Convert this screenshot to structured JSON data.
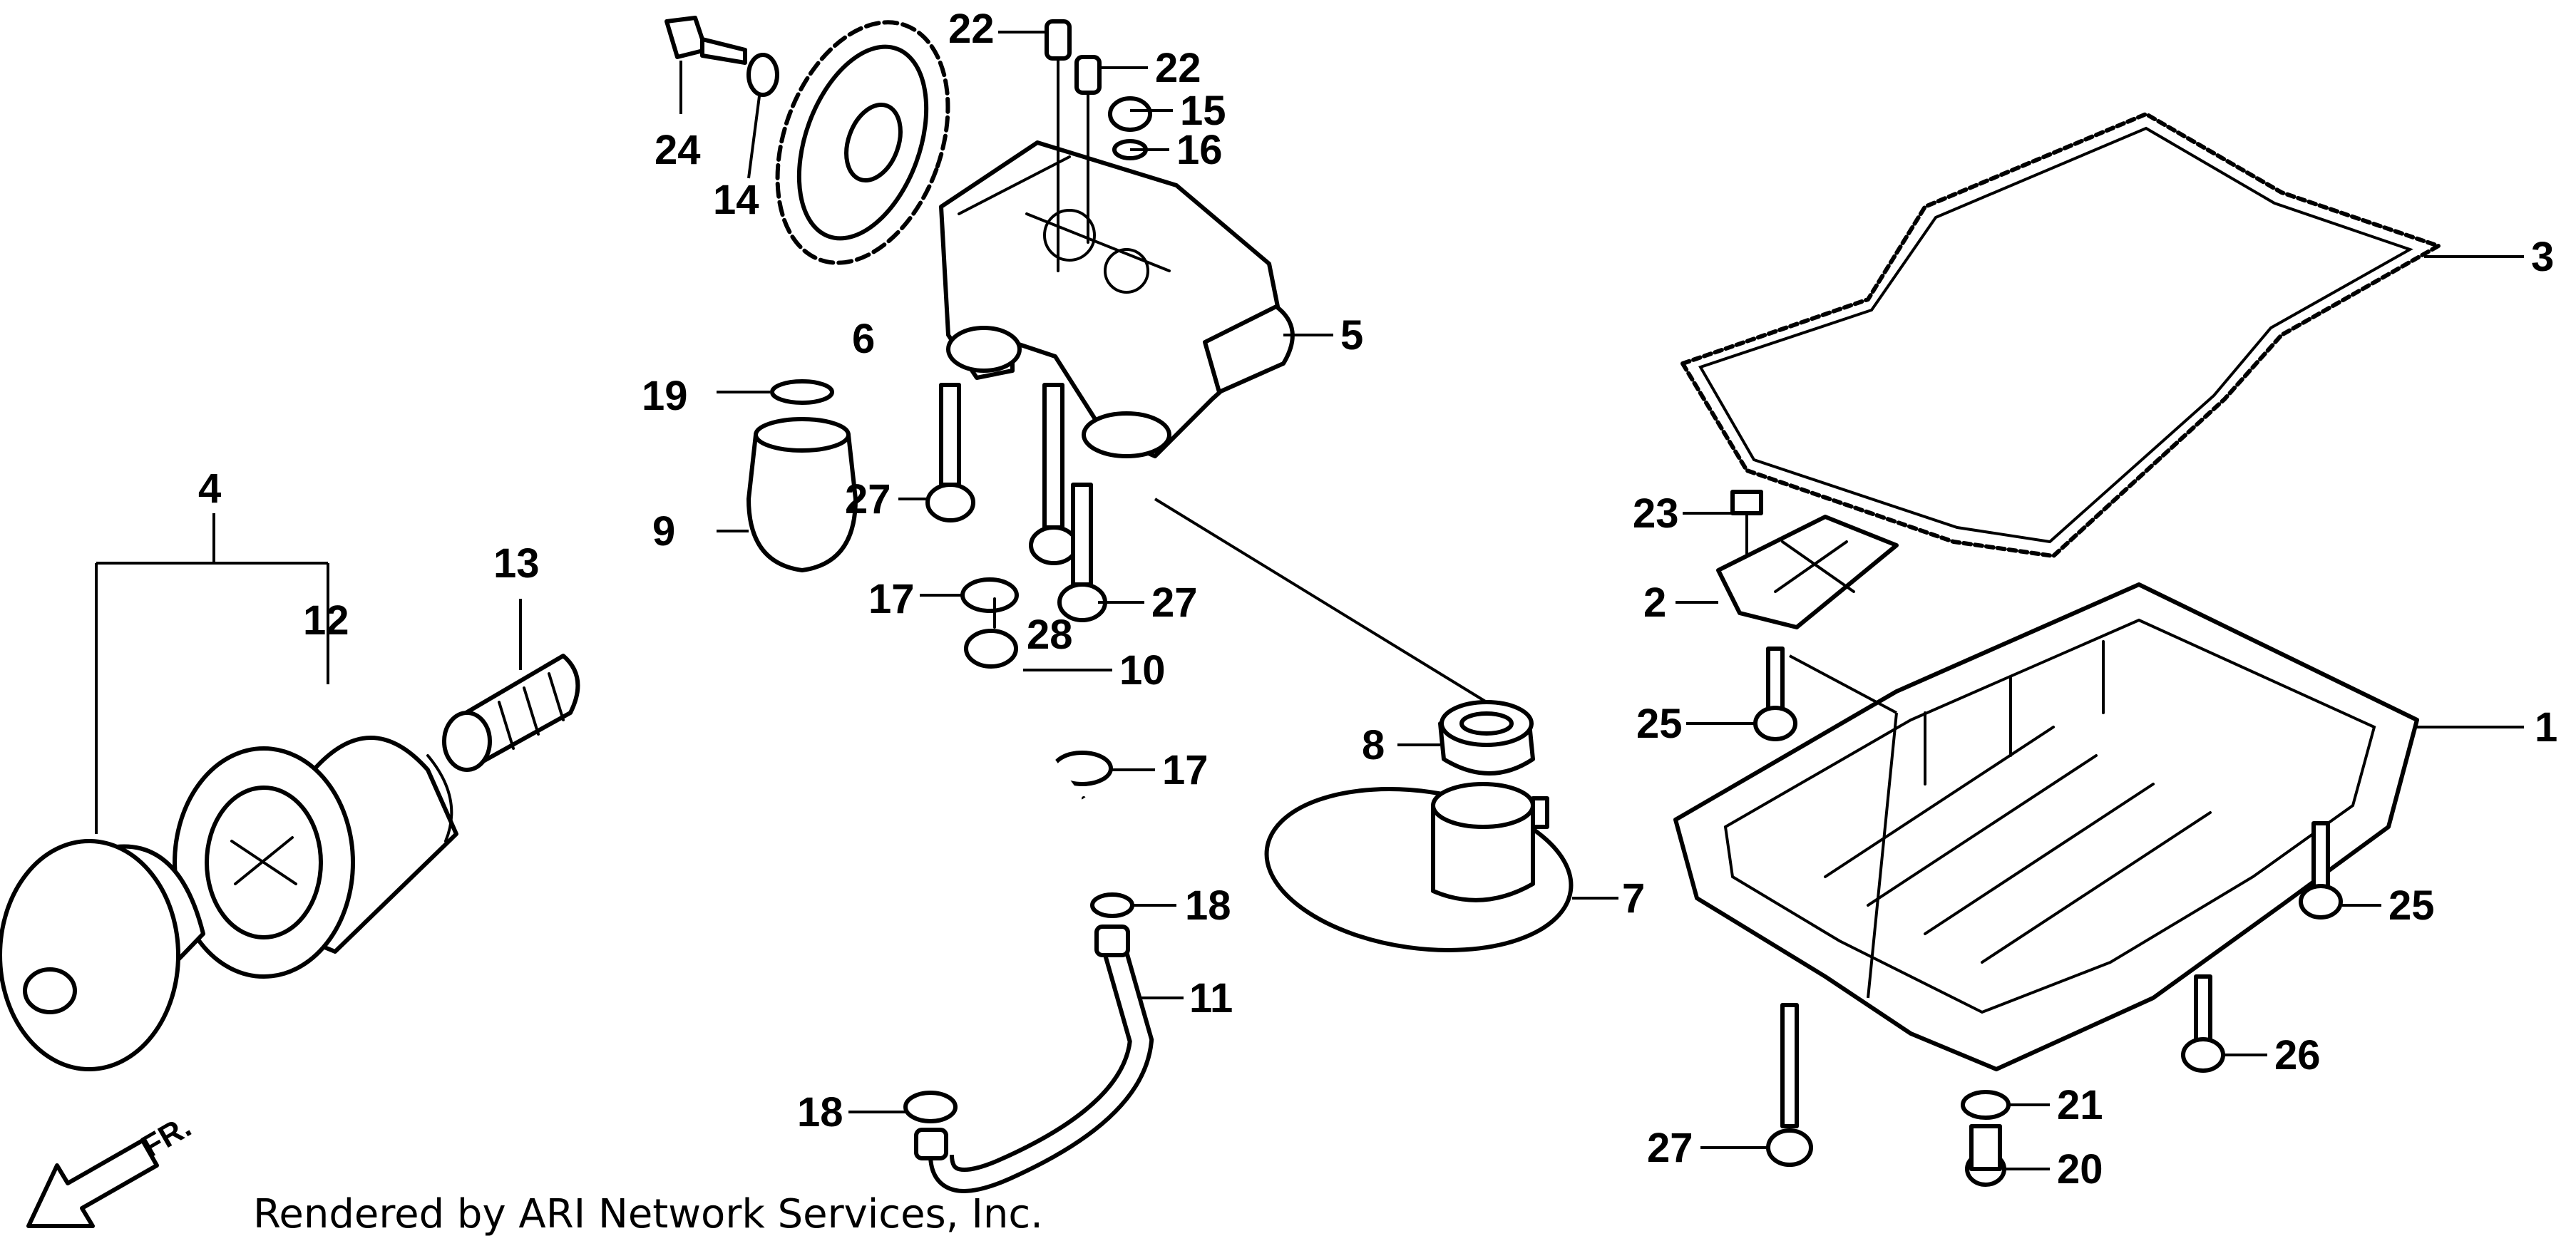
{
  "diagram": {
    "callouts": {
      "c1": "1",
      "c2": "2",
      "c3": "3",
      "c4": "4",
      "c5": "5",
      "c6": "6",
      "c7": "7",
      "c8": "8",
      "c9": "9",
      "c10": "10",
      "c11": "11",
      "c12": "12",
      "c13": "13",
      "c14": "14",
      "c15": "15",
      "c16": "16",
      "c17a": "17",
      "c17b": "17",
      "c18a": "18",
      "c18b": "18",
      "c19": "19",
      "c20": "20",
      "c21": "21",
      "c22a": "22",
      "c22b": "22",
      "c23": "23",
      "c24": "24",
      "c25a": "25",
      "c25b": "25",
      "c26": "26",
      "c27a": "27",
      "c27b": "27",
      "c27c": "27",
      "c28": "28"
    },
    "direction_label": "FR.",
    "credit": "Rendered by ARI Network Services, Inc."
  }
}
